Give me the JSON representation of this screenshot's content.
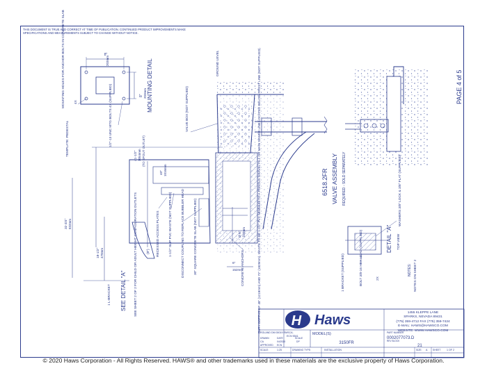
{
  "disclaimer": "THIS DOCUMENT IS TRUE AND CORRECT AT TIME OF PUBLICATION. CONTINUED PRODUCT IMPROVEMENTS MAKE SPECIFICATIONS AND MEASUREMENTS SUBJECT TO CHANGE WITHOUT NOTICE.",
  "page": "PAGE 4 of 5",
  "copyright": "© 2020 Haws Corporation - All Rights Reserved.  HAWS® and other trademarks used in these materials are the exclusive property of Haws Corporation.",
  "mounting_detail": {
    "title": "MOUNTING DETAIL",
    "holes_note": "MOUNTING HOLES FOR ANCHOR BOLTS IN CONCRETE SLAB",
    "qty_4x": "4X",
    "dim_8_top": "8\"",
    "dim_203_top": "203mm",
    "dim_8_side": "8\"",
    "dim_203_side": "203mm",
    "template": "TEMPLATE: PEDESTAL",
    "bolts": "1/2\"-13 UNC MTG BOLTS 4X (SUPPLIED)"
  },
  "elevation": {
    "ground_level": "GROUND LEVEL",
    "valve_box": "VALVE BOX (NOT SUPPLIED)",
    "dim_41": "41-1/2\"",
    "dim_41_mm": "1054mm",
    "dim_41_note": "(TO SPOUT OUTLET)",
    "dim_40": "40\"",
    "dim_40_mm": "1016mm",
    "dim_32": "32-3/4\"",
    "dim_32_mm": "832mm",
    "dim_18": "18-1/2\"",
    "dim_18_mm": "470mm",
    "dim_8": "(8\")",
    "dim_6": "6\"",
    "dim_6_mm": "152mm",
    "dia_6": "Ø 6\"",
    "dia_6_mm": "152mm",
    "recessed": "RECESSED ACCESS PLATES",
    "waste": "1-1/2\" SLIP PVC WASTE (NOT SUPPLIED)",
    "coupling": "DISCONNECT COUPLING TO REPLACE BUBBLER HEAD",
    "slab": "30\" SQUARE CONCRETE SLAB (NOT SUPPLIED)",
    "anchors": "CONCRETE ANCHORS",
    "bury": "BURY DEPTHS OF 48\" (1219mm) AND 72\" (1829mm). WASTE TO BE 1-1/2\" PVC MINIMUM TO A POROUS GRAVEL FILL OR MAIN SEWER LINE LOCATED BELOW FROST LINE (NOT SUPPLIED).",
    "see_sheet": "SEE SHEET 2 OF 2 FOR CHILD OR ADULT HEIGHT CONFIGURATION OUTLETS",
    "bracket": "1  L-BRACKET",
    "see_detail": "SEE DETAIL \"A\""
  },
  "valve_assembly": {
    "title": "6518.2FR",
    "subtitle": "VALVE ASSEMBLY",
    "note": "REQUIRED - SOLD SEPARATELY"
  },
  "detail_a": {
    "title": "DETAIL \"A\"",
    "view": "TOP VIEW",
    "washers": "WASHERS 3/8\" LOCK & 3/8\" FLAT (SUPPLIED)",
    "bolt": "BOLT 3/8-16 HEX HEAD (SUPPLIED)",
    "bracket": "1  BRACKET (SUPPLIED)",
    "qty": "2X",
    "notes": "NOTES:",
    "notes_body": "NOTES ON SHEET 2"
  },
  "title_block": {
    "company": "Haws",
    "address": [
      "1455 KLEPPE LANE",
      "SPARKS, NEVADA  89431",
      "(775) 359-4712  FAX (775) 359-7424",
      "E-MAIL: HAWS@HAWSCO.COM",
      "WEBSITE: WWW.HAWSCO.COM"
    ],
    "model_label": "MODEL(S)",
    "model": "3150FR",
    "part_number_label": "PART NUMBER",
    "part_number": "0002077073.D",
    "rev_label": "REV BLOCK",
    "rev": "21",
    "scale_label": "SCALE:",
    "scale": "1:25",
    "drawing_type_label": "DRAWING TYPE:",
    "drawing_type": "INSTALLATION",
    "size_label": "SIZE:",
    "size": "A",
    "sheet_label": "SHEET",
    "sheet": "1 OF 2",
    "row1": "ROLAND  DM 00019  RMSCA-",
    "row2": "ECN  5541",
    "drawn_label": "DRAWN",
    "drawn": "CA",
    "date_label": "DATE",
    "date": "04/2020",
    "scale2_label": "SCALE",
    "scale2": "DP",
    "approved_label": "APPROVED",
    "approved": "ECN"
  },
  "colors": {
    "line": "#2a3a8c",
    "hatch": "#6070b0",
    "text": "#2a3a8c"
  }
}
